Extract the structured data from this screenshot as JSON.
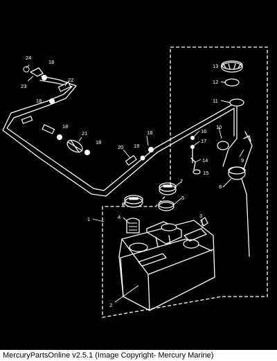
{
  "callouts": [
    "1",
    "2",
    "3",
    "4",
    "5",
    "6",
    "7",
    "8",
    "9",
    "10",
    "11",
    "12",
    "13",
    "14",
    "15",
    "16",
    "17",
    "18",
    "19",
    "20",
    "21",
    "22",
    "23",
    "24"
  ],
  "footer": {
    "caption": "MercuryPartsOnline v2.5.1 (Image Copyright- Mercury Marine)"
  },
  "colors": {
    "background": "#000000",
    "linework": "#ffffff",
    "caption_bg": "#ffffff"
  }
}
